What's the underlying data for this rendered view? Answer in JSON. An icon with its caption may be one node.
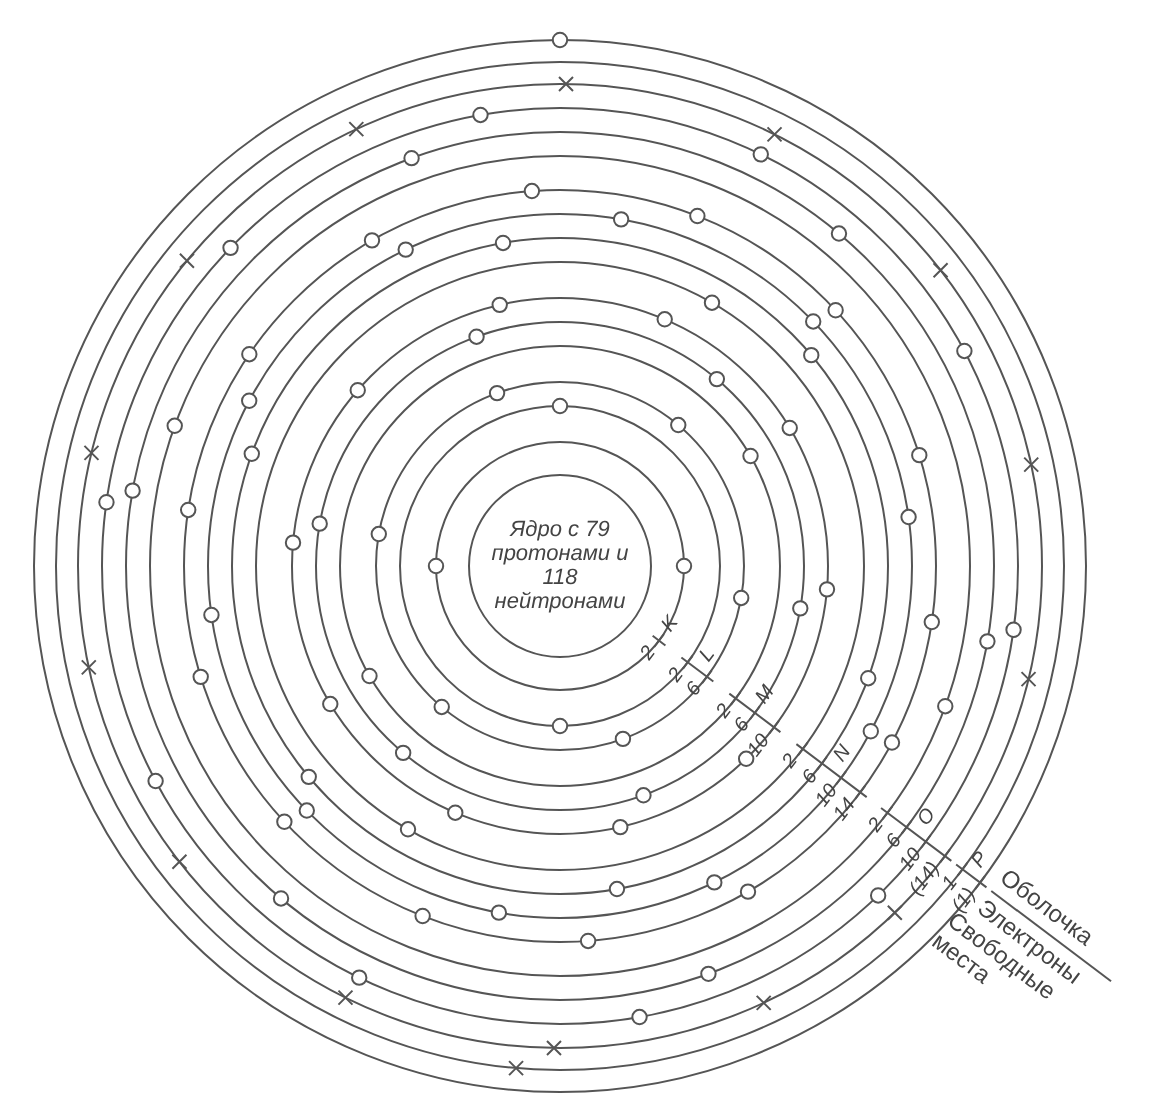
{
  "diagram": {
    "nodes": [
      {
        "text": [
          "Ядро с 79 протонами и 118 нейтронами"
        ]
      }
    ],
    "edges": [],
    "labels": [
      "2",
      "K",
      "2",
      "6",
      "L",
      "2",
      "6",
      "10",
      "M",
      "2",
      "6",
      "10",
      "14",
      "N",
      "2",
      "6",
      "10",
      "(14)",
      "O",
      "1",
      "(1)",
      "P",
      "Оболочка",
      "Электроны",
      "Свободные места"
    ]
  }
}
